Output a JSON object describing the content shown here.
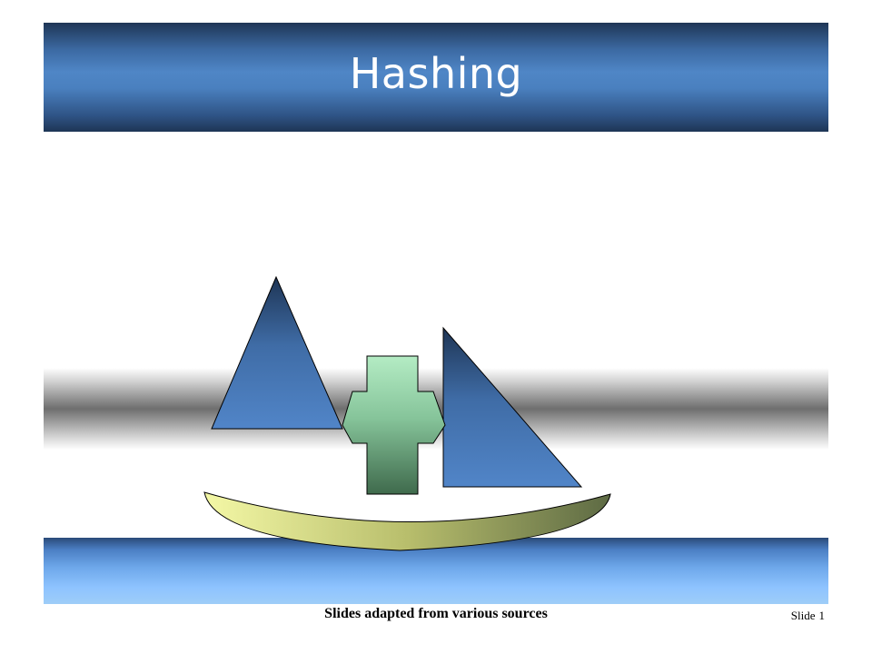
{
  "slide": {
    "title": "Hashing",
    "footer": "Slides adapted from various sources",
    "slide_label": "Slide",
    "slide_number": "1"
  },
  "colors": {
    "title_band": "#4a80bf",
    "title_text": "#ffffff",
    "triangle_fill": "#4f7fbf",
    "cross_fill": "#8fd3a7",
    "bowl_fill": "#c9d07a",
    "bottom_band": "#8ec3ff"
  },
  "icons": [
    "triangle-shape",
    "right-triangle-shape",
    "cross-arrow-shape",
    "curved-bowl-shape"
  ]
}
